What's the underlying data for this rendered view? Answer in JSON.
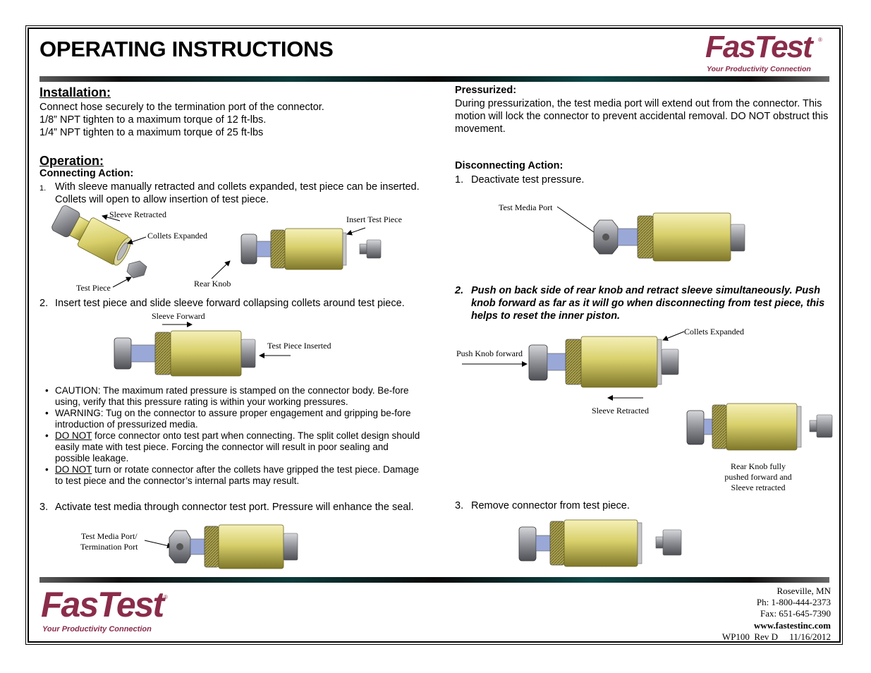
{
  "title": "OPERATING INSTRUCTIONS",
  "logo": {
    "text": "FasTest",
    "reg": "®",
    "tagline": "Your Productivity Connection"
  },
  "installation": {
    "heading": "Installation:",
    "lines": [
      "Connect hose securely to the termination port of the connector.",
      "1/8” NPT tighten to a maximum torque of 12 ft-lbs.",
      "1/4” NPT tighten to a maximum torque of 25 ft-lbs"
    ]
  },
  "operation": {
    "heading": "Operation:",
    "connecting_heading": "Connecting Action:",
    "step1_num": "1.",
    "step1": "With sleeve manually retracted and collets expanded, test piece can be inserted. Collets will open to allow insertion of test piece.",
    "step1_labels": {
      "sleeve_retracted": "Sleeve Retracted",
      "collets_expanded": "Collets Expanded",
      "test_piece": "Test Piece",
      "rear_knob": "Rear Knob",
      "insert_test_piece": "Insert Test Piece"
    },
    "step2_num": "2.",
    "step2": "Insert test piece and slide sleeve forward collapsing collets around test piece.",
    "step2_labels": {
      "sleeve_forward": "Sleeve Forward",
      "test_piece_inserted": "Test Piece Inserted"
    },
    "bullets": [
      {
        "lead": "",
        "text": "CAUTION: The maximum rated pressure is stamped on the connector body. Be-fore using, verify that this pressure rating is within your working pressures."
      },
      {
        "lead": "",
        "text": "WARNING: Tug on the connector to assure proper engagement and gripping be-fore introduction of pressurized media."
      },
      {
        "lead": "DO NOT",
        "text": " force connector onto test part when connecting. The split collet design should easily mate with test piece. Forcing the connector will result in poor sealing and possible leakage."
      },
      {
        "lead": "DO NOT",
        "text": " turn or rotate connector after the collets have gripped the test piece. Damage to test piece and the connector’s internal parts may result."
      }
    ],
    "step3_num": "3.",
    "step3": "Activate test media through connector test port. Pressure will enhance the seal.",
    "step3_label_1": "Test Media Port/",
    "step3_label_2": "Termination Port"
  },
  "pressurized": {
    "heading": "Pressurized:",
    "text": "During pressurization, the test media port will extend out from the connector. This motion will lock the connector to prevent accidental removal.  DO NOT obstruct this movement."
  },
  "disconnecting": {
    "heading": "Disconnecting Action:",
    "step1_num": "1.",
    "step1": "Deactivate test pressure.",
    "step1_label": "Test Media Port",
    "step2_num": "2.",
    "step2": "Push on back side of rear knob and retract sleeve simultaneously. Push knob forward as far as it will go when disconnecting from test piece, this helps to reset the inner piston.",
    "step2_labels": {
      "collets_expanded": "Collets Expanded",
      "push_knob_forward": "Push Knob forward",
      "sleeve_retracted": "Sleeve Retracted",
      "rear_knob_1": "Rear Knob fully",
      "rear_knob_2": "pushed forward and",
      "rear_knob_3": "Sleeve retracted"
    },
    "step3_num": "3.",
    "step3": "Remove connector from test piece."
  },
  "footer": {
    "city": "Roseville, MN",
    "phone": "Ph: 1-800-444-2373",
    "fax": "Fax: 651-645-7390",
    "web": "www.fastestinc.com",
    "doc": "WP100  Rev D     11/16/2012"
  },
  "colors": {
    "brand": "#8a2c4a",
    "brass": "#d8d070",
    "steel": "#8e9096"
  }
}
